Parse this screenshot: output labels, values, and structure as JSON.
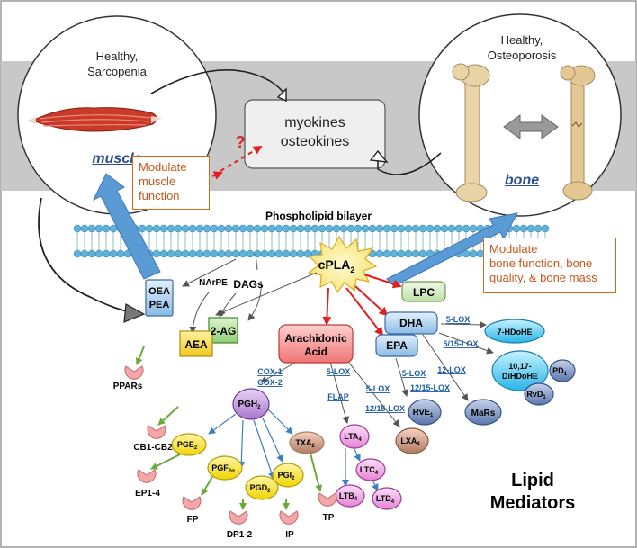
{
  "tissues": {
    "muscle_header": [
      "Healthy,",
      "Sarcopenia"
    ],
    "muscle_label": "muscle",
    "bone_header": [
      "Healthy,",
      "Osteoporosis"
    ],
    "bone_label": "bone"
  },
  "central_box": [
    "myokines",
    "osteokines"
  ],
  "question_mark": "?",
  "modulate_muscle": [
    "Modulate",
    "muscle",
    "function"
  ],
  "modulate_bone": [
    "Modulate",
    "bone function, bone",
    "quality, & bone mass"
  ],
  "membrane_label": "Phospholipid bilayer",
  "enzymes": {
    "cpla2": "cPLA",
    "cpla2_sub": "2",
    "narpe": "NArPE",
    "dags": "DAGs"
  },
  "nodes": {
    "oea": "OEA",
    "pea": "PEA",
    "two_ag": "2-AG",
    "aea": "AEA",
    "lpc": "LPC",
    "aa": [
      "Arachidonic",
      "Acid"
    ],
    "dha": "DHA",
    "epa": "EPA",
    "hdohe7": "7-HDoHE",
    "dihdohe": [
      "10,17-",
      "DiHDoHE"
    ],
    "pd1": "PD",
    "rvd1": "RvD",
    "mars": "MaRs",
    "rve1": "RvE",
    "pgh2": "PGH",
    "pge2": "PGE",
    "pgf2a": "PGF",
    "pgd2": "PGD",
    "pgi2": "PGI",
    "txa2": "TXA",
    "lta4": "LTA",
    "ltc4": "LTC",
    "ltb4": "LTB",
    "ltd4": "LTD",
    "lxa4": "LXA"
  },
  "pathway_enzymes": {
    "cox1": "COX-1",
    "cox2": "COX-2",
    "lox5_aa": "5-LOX",
    "flap": "FLAP",
    "lox5_b": "5-LOX",
    "lox1215_a": "12/15-LOX",
    "lox5_dha": "5-LOX",
    "lox515": "5/15-LOX",
    "lox5_epa": "5-LOX",
    "lox12": "12-LOX",
    "lox1215_b": "12/15-LOX"
  },
  "receptors": {
    "ppars": "PPARs",
    "cb": "CB1-CB2",
    "ep": "EP1-4",
    "fp": "FP",
    "dp": "DP1-2",
    "ip": "IP",
    "tp": "TP"
  },
  "lipid_mediators": [
    "Lipid",
    "Mediators"
  ],
  "colors": {
    "gray_band": "#c8c8c8",
    "membrane_head": "#5fb2d8",
    "blue_arrow": "#4f8fcf",
    "red_arrow": "#e02020",
    "orange_text": "#c8561a",
    "yellow_node": "#f7e21e",
    "pink_node": "#f2a0e6",
    "blue_node": "#7fb7e6",
    "slate_node": "#6a86b8",
    "receptor_pink": "#f4a6a8"
  }
}
